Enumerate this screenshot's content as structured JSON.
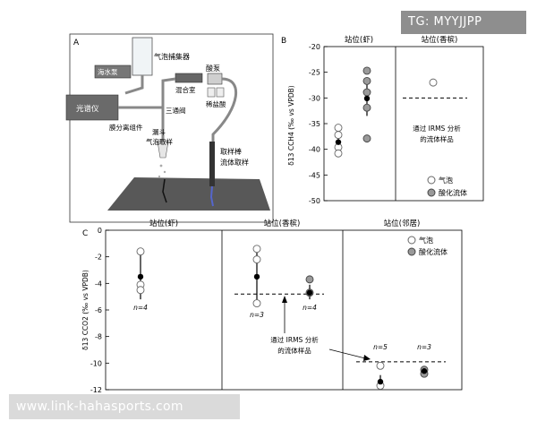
{
  "panel_a": {
    "label": "A",
    "devices": {
      "spectrometer": "光谱仪",
      "bubble_trap": "气泡捕集器",
      "sea_water": "海水泵",
      "mixing_chamber": "混合室",
      "acid_pump": "酸泵",
      "dilute_acid": "稀盐酸",
      "three_way": "三通阀",
      "membrane": "膜分离组件",
      "funnel_line1": "漏斗",
      "funnel_line2": "气泡取样",
      "probe_line1": "取样棒",
      "probe_line2": "流体取样"
    }
  },
  "chart_data": [
    {
      "panel": "B",
      "type": "scatter",
      "ylabel": "δ13 CCH4 (‰ vs VPDB)",
      "ylim": [
        -50,
        -20
      ],
      "yticks": [
        -50,
        -45,
        -40,
        -35,
        -30,
        -25,
        -20
      ],
      "columns": [
        "站位(虾)",
        "站位(香槟)"
      ],
      "legend": [
        "气泡",
        "酸化流体"
      ],
      "annotation": [
        "通过 IRMS 分析",
        "的流体样品"
      ],
      "series": [
        {
          "name": "气泡",
          "column": 0,
          "values": [
            -35.8,
            -37.2,
            -39.6,
            -40.8
          ],
          "mean": -38.6,
          "err": [
            -40.5,
            -36.8
          ],
          "marker": "open"
        },
        {
          "name": "酸化流体",
          "column": 0,
          "values": [
            -24.7,
            -26.7,
            -28.9,
            -31.9,
            -37.9
          ],
          "mean": -30.1,
          "err": [
            -33.5,
            -26.5
          ],
          "marker": "gray"
        },
        {
          "name": "气泡",
          "column": 1,
          "values": [
            -27.0
          ],
          "marker": "open"
        }
      ],
      "reference": -30.0
    },
    {
      "panel": "C",
      "type": "scatter",
      "ylabel": "δ13 CCO2 (‰ vs VPDB)",
      "ylim": [
        -12,
        0
      ],
      "yticks": [
        -12,
        -10,
        -8,
        -6,
        -4,
        -2,
        0
      ],
      "columns": [
        "站位(虾)",
        "站位(香槟)",
        "站位(邻居)"
      ],
      "legend": [
        "气泡",
        "酸化流体"
      ],
      "annotation": [
        "通过 IRMS 分析",
        "的流体样品"
      ],
      "series": [
        {
          "name": "气泡",
          "column": 0,
          "values": [
            -1.6,
            -4.1,
            -4.5
          ],
          "mean": -3.5,
          "err": [
            -5.2,
            -1.7
          ],
          "marker": "open",
          "n": "n=4"
        },
        {
          "name": "气泡",
          "column": 1,
          "values": [
            -1.4,
            -2.2,
            -5.5
          ],
          "mean": -3.5,
          "err": [
            -5.6,
            -1.4
          ],
          "marker": "open",
          "n": "n=3"
        },
        {
          "name": "酸化流体",
          "column": 1,
          "values": [
            -3.7,
            -4.7
          ],
          "mean": -4.7,
          "err": [
            -5.2,
            -4.1
          ],
          "marker": "gray",
          "n": "n=4"
        },
        {
          "name": "气泡",
          "column": 2,
          "values": [
            -10.2,
            -11.7
          ],
          "mean": -11.4,
          "err": [
            -11.9,
            -10.9
          ],
          "marker": "open",
          "n": "n=5"
        },
        {
          "name": "酸化流体",
          "column": 2,
          "values": [
            -10.5,
            -10.8
          ],
          "mean": -10.6,
          "err": [
            -10.8,
            -10.3
          ],
          "marker": "gray",
          "n": "n=3"
        }
      ],
      "reference": [
        -4.8,
        -9.9
      ]
    }
  ],
  "watermarks": {
    "top": "TG: MYYJJPP",
    "bottom": "www.link-hahasports.com"
  }
}
